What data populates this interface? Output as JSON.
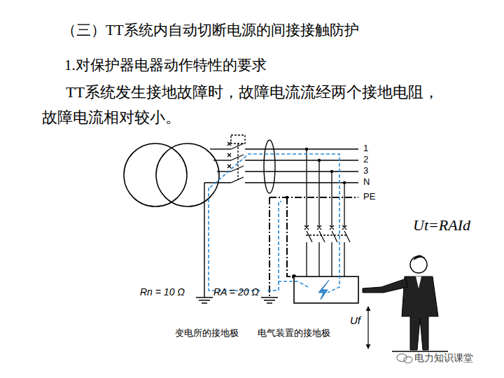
{
  "diagram": {
    "title": "（三）TT系统内自动切断电源的间接接触防护",
    "labels": [
      "1.对保护器电器动作特性的要求",
      "TT系统发生接地故障时，故障电流流经两个接地电阻，故障电流相对较小。",
      "1",
      "2",
      "3",
      "N",
      "PE",
      "Rn = 10 Ω",
      "RA = 20 Ω",
      "变电所的接地极",
      "电气装置的接地极",
      "Ut=RAId",
      "Uf",
      "电力知识课堂"
    ]
  }
}
